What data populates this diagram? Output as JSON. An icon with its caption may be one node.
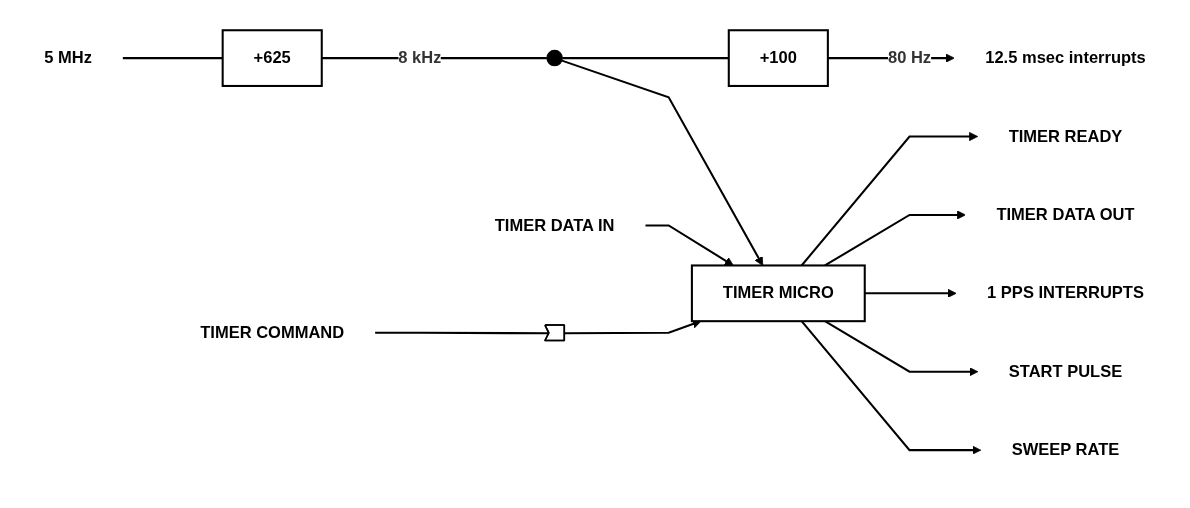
{
  "diagram": {
    "nodes": [
      {
        "text": [
          "5 MHz"
        ]
      },
      {
        "text": [
          "+625"
        ]
      },
      {
        "text": [
          "+100"
        ]
      },
      {
        "text": [
          "12.5 msec interrupts"
        ]
      },
      {
        "text": [],
        "shape": "circle"
      },
      {
        "text": [
          "TIMER DATA IN"
        ]
      },
      {
        "text": [
          "TIMER MICRO"
        ]
      },
      {
        "text": [
          "TIMER READY"
        ]
      },
      {
        "text": [
          "TIMER DATA OUT"
        ]
      },
      {
        "text": [
          "1 PPS INTERRUPTS"
        ]
      },
      {
        "text": [
          "START PULSE"
        ]
      },
      {
        "text": [
          "TIMER COMMAND"
        ]
      },
      {
        "text": [],
        "shape": "triangle"
      },
      {
        "text": [
          "SWEEP RATE"
        ]
      }
    ],
    "edges": [
      {
        "from": 0,
        "to": 1,
        "arrow": "none"
      },
      {
        "from": 1,
        "to": 4,
        "label": "8 kHz",
        "arrow": "none"
      },
      {
        "from": 4,
        "to": 2,
        "arrow": "none"
      },
      {
        "from": 2,
        "to": 3,
        "label": "80 Hz",
        "arrow": "to"
      },
      {
        "from": 4,
        "to": 6,
        "arrow": "to"
      },
      {
        "from": 5,
        "to": 6,
        "arrow": "to"
      },
      {
        "from": 6,
        "to": 7,
        "arrow": "to"
      },
      {
        "from": 6,
        "to": 8,
        "arrow": "to"
      },
      {
        "from": 6,
        "to": 9,
        "arrow": "to"
      },
      {
        "from": 6,
        "to": 10,
        "arrow": "to"
      },
      {
        "from": 11,
        "to": 12,
        "arrow": "none"
      },
      {
        "from": 12,
        "to": 6,
        "arrow": "to"
      },
      {
        "from": 6,
        "to": 13,
        "arrow": "to"
      }
    ]
  }
}
